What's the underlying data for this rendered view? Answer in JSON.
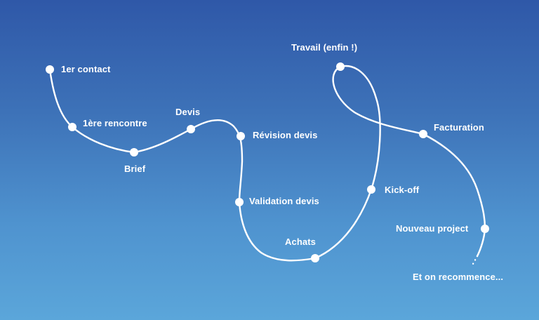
{
  "steps": [
    {
      "id": "contact",
      "label": "1er contact"
    },
    {
      "id": "rencontre",
      "label": "1ère rencontre"
    },
    {
      "id": "brief",
      "label": "Brief"
    },
    {
      "id": "devis",
      "label": "Devis"
    },
    {
      "id": "revision",
      "label": "Révision devis"
    },
    {
      "id": "validation",
      "label": "Validation devis"
    },
    {
      "id": "achats",
      "label": "Achats"
    },
    {
      "id": "kickoff",
      "label": "Kick-off"
    },
    {
      "id": "travail",
      "label": "Travail (enfin !)"
    },
    {
      "id": "facturation",
      "label": "Facturation"
    },
    {
      "id": "nouveau",
      "label": "Nouveau project"
    }
  ],
  "ending": "Et on recommence...",
  "colors": {
    "line": "#ffffff",
    "bg_top": "#2f58a8",
    "bg_bottom": "#5ba6da"
  }
}
